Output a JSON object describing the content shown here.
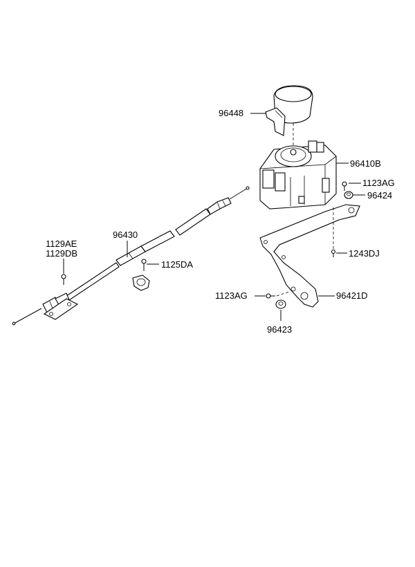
{
  "labels": {
    "p96448": "96448",
    "p96410B": "96410B",
    "p1123AG_top": "1123AG",
    "p96424": "96424",
    "p1243DJ": "1243DJ",
    "p96421D": "96421D",
    "p1123AG_bottom": "1123AG",
    "p96423": "96423",
    "p96430": "96430",
    "p1129AE": "1129AE",
    "p1129DB": "1129DB",
    "p1125DA": "1125DA"
  }
}
